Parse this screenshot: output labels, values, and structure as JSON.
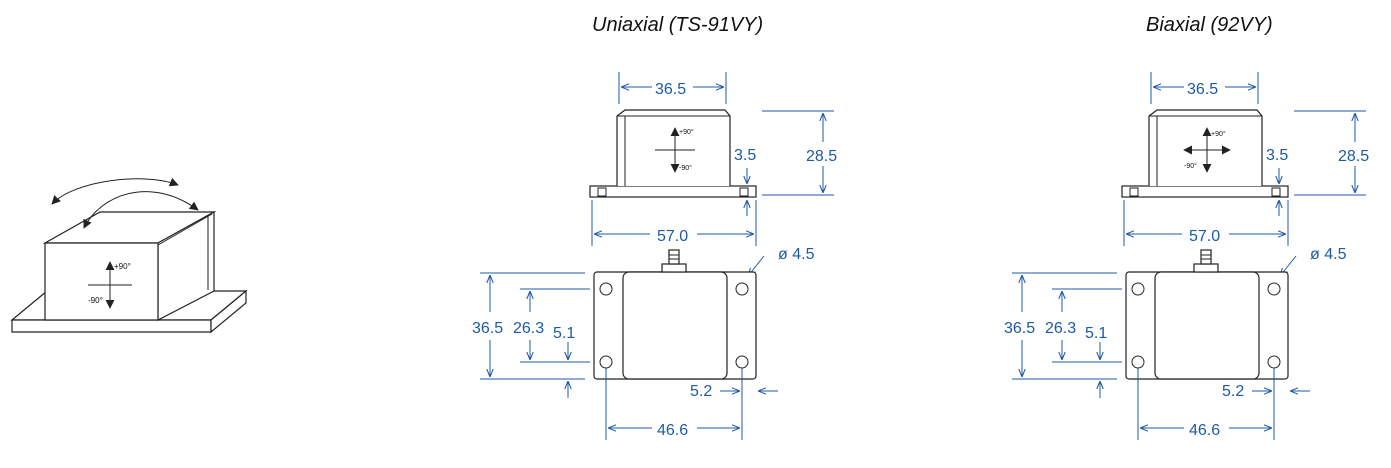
{
  "titles": {
    "uniaxial": "Uniaxial (TS-91VY)",
    "biaxial": "Biaxial (92VY)"
  },
  "iso_labels": {
    "plus": "+90°",
    "minus": "-90°"
  },
  "uniaxial": {
    "width_top": "36.5",
    "height_total": "28.5",
    "flange": "3.5",
    "base_width": "57.0",
    "hole_dia": "ø 4.5",
    "depth": "36.5",
    "inner_depth": "26.3",
    "offset": "5.1",
    "hole_offset": "5.2",
    "hole_spacing": "46.6",
    "plus": "+90°",
    "minus": "-90°"
  },
  "biaxial": {
    "width_top": "36.5",
    "height_total": "28.5",
    "flange": "3.5",
    "base_width": "57.0",
    "hole_dia": "ø 4.5",
    "depth": "36.5",
    "inner_depth": "26.3",
    "offset": "5.1",
    "hole_offset": "5.2",
    "hole_spacing": "46.6",
    "plus": "+90°",
    "minus": "-90°"
  },
  "colors": {
    "dimension": "#1e5aa8",
    "outline": "#222222"
  }
}
